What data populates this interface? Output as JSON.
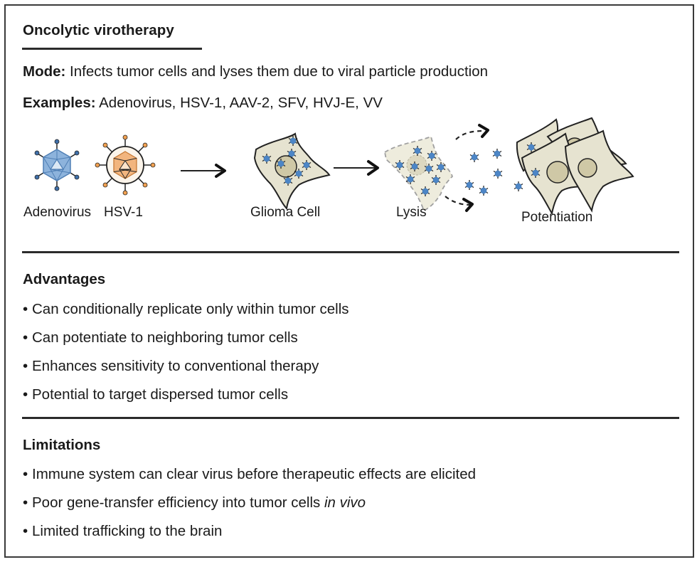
{
  "panel": {
    "title": "Oncolytic virotherapy",
    "mode_label": "Mode:",
    "mode_text": " Infects tumor cells and lyses them due to viral particle production",
    "examples_label": "Examples:",
    "examples_text": " Adenovirus, HSV-1, AAV-2, SFV, HVJ-E, VV"
  },
  "diagram": {
    "labels": {
      "adenovirus": "Adenovirus",
      "hsv1": "HSV-1",
      "glioma_cell": "Glioma Cell",
      "lysis": "Lysis",
      "potentiation": "Potentiation"
    },
    "colors": {
      "adenovirus_fill": "#8db3dc",
      "adenovirus_stroke": "#4f7fb5",
      "hsv_fill": "#f2b57e",
      "hsv_stroke": "#c77a35",
      "hsv_envelope": "#fbf4ea",
      "cell_fill": "#e6e3d0",
      "nucleus_fill": "#cfc8a6",
      "particle": "#4d86c6",
      "outline": "#222222"
    }
  },
  "advantages": {
    "title": "Advantages",
    "bullet": "•",
    "items": [
      "Can conditionally replicate only within tumor cells",
      "Can potentiate to neighboring tumor cells",
      "Enhances sensitivity to conventional therapy",
      "Potential to target dispersed tumor cells"
    ]
  },
  "limitations": {
    "title": "Limitations",
    "bullet": "•",
    "items": [
      "Immune system can clear virus before therapeutic effects are elicited",
      "Poor gene-transfer efficiency into tumor cells ",
      "Limited trafficking to the brain"
    ],
    "item1_italic": "in vivo"
  }
}
